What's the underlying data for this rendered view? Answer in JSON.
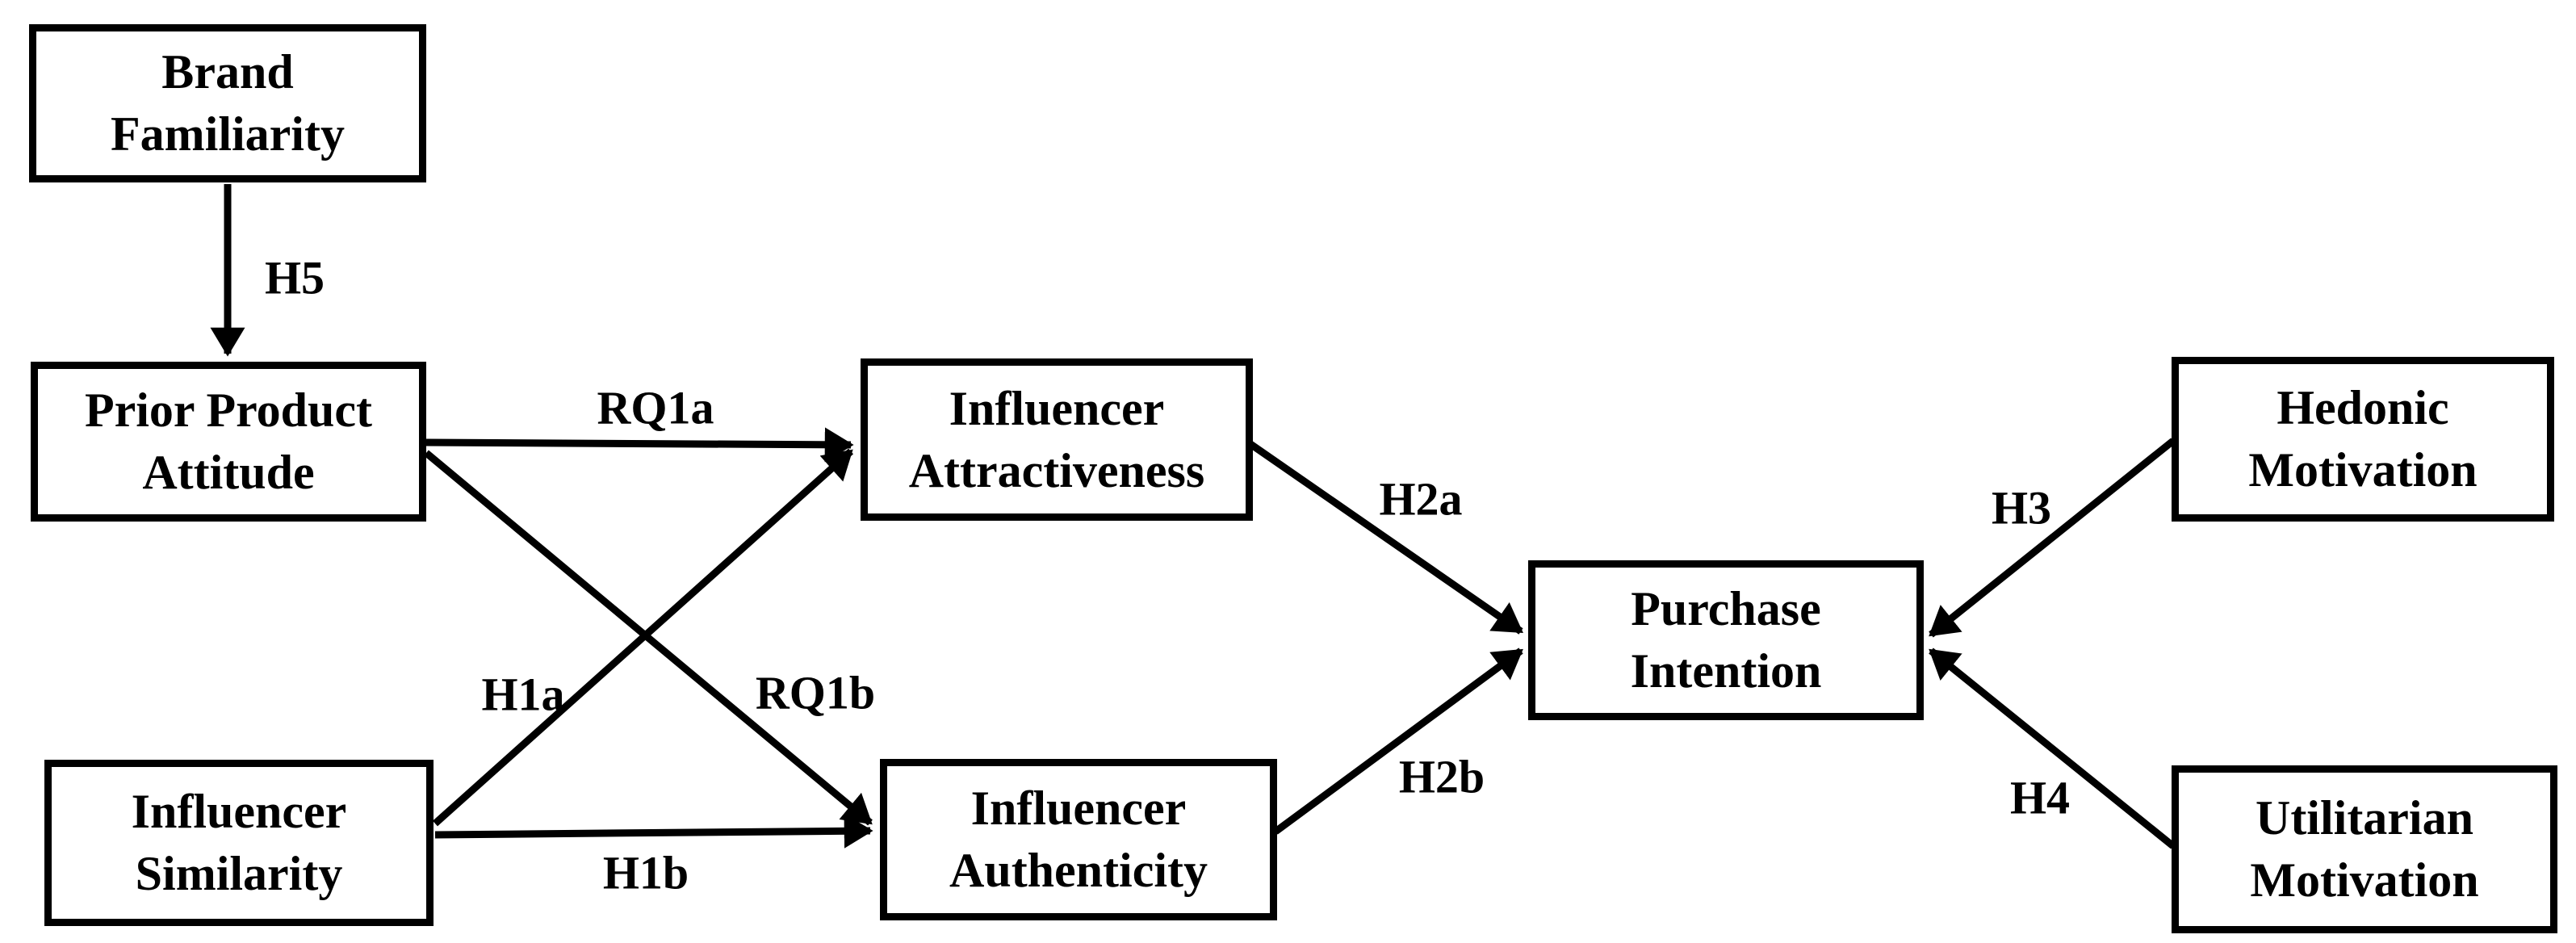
{
  "figure": {
    "type": "conceptual-model-diagram",
    "background_color": "#ffffff",
    "line_color": "#000000",
    "text_color": "#000000"
  },
  "diagram": {
    "nodes": [
      {
        "id": "brand-familiarity",
        "lines": [
          "Brand",
          "Familiarity"
        ]
      },
      {
        "id": "prior-product-attitude",
        "lines": [
          "Prior Product",
          "Attitude"
        ]
      },
      {
        "id": "influencer-similarity",
        "lines": [
          "Influencer",
          "Similarity"
        ]
      },
      {
        "id": "influencer-attractiveness",
        "lines": [
          "Influencer",
          "Attractiveness"
        ]
      },
      {
        "id": "influencer-authenticity",
        "lines": [
          "Influencer",
          "Authenticity"
        ]
      },
      {
        "id": "purchase-intention",
        "lines": [
          "Purchase",
          "Intention"
        ]
      },
      {
        "id": "hedonic-motivation",
        "lines": [
          "Hedonic",
          "Motivation"
        ]
      },
      {
        "id": "utilitarian-motivation",
        "lines": [
          "Utilitarian",
          "Motivation"
        ]
      }
    ],
    "edges": [
      {
        "label": "H5",
        "from": "brand-familiarity",
        "to": "prior-product-attitude"
      },
      {
        "label": "RQ1a",
        "from": "prior-product-attitude",
        "to": "influencer-attractiveness"
      },
      {
        "label": "RQ1b",
        "from": "prior-product-attitude",
        "to": "influencer-authenticity"
      },
      {
        "label": "H1a",
        "from": "influencer-similarity",
        "to": "influencer-attractiveness"
      },
      {
        "label": "H1b",
        "from": "influencer-similarity",
        "to": "influencer-authenticity"
      },
      {
        "label": "H2a",
        "from": "influencer-attractiveness",
        "to": "purchase-intention"
      },
      {
        "label": "H2b",
        "from": "influencer-authenticity",
        "to": "purchase-intention"
      },
      {
        "label": "H3",
        "from": "hedonic-motivation",
        "to": "purchase-intention"
      },
      {
        "label": "H4",
        "from": "utilitarian-motivation",
        "to": "purchase-intention"
      }
    ]
  }
}
